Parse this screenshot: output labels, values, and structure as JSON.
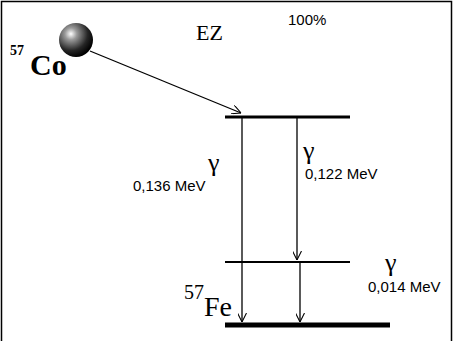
{
  "diagram": {
    "labels": [
      "57",
      "Co",
      "EZ",
      "100%",
      "γ",
      "0,136 MeV",
      "γ",
      "0,122 MeV",
      "γ",
      "0,014 MeV",
      "57",
      "Fe"
    ]
  }
}
